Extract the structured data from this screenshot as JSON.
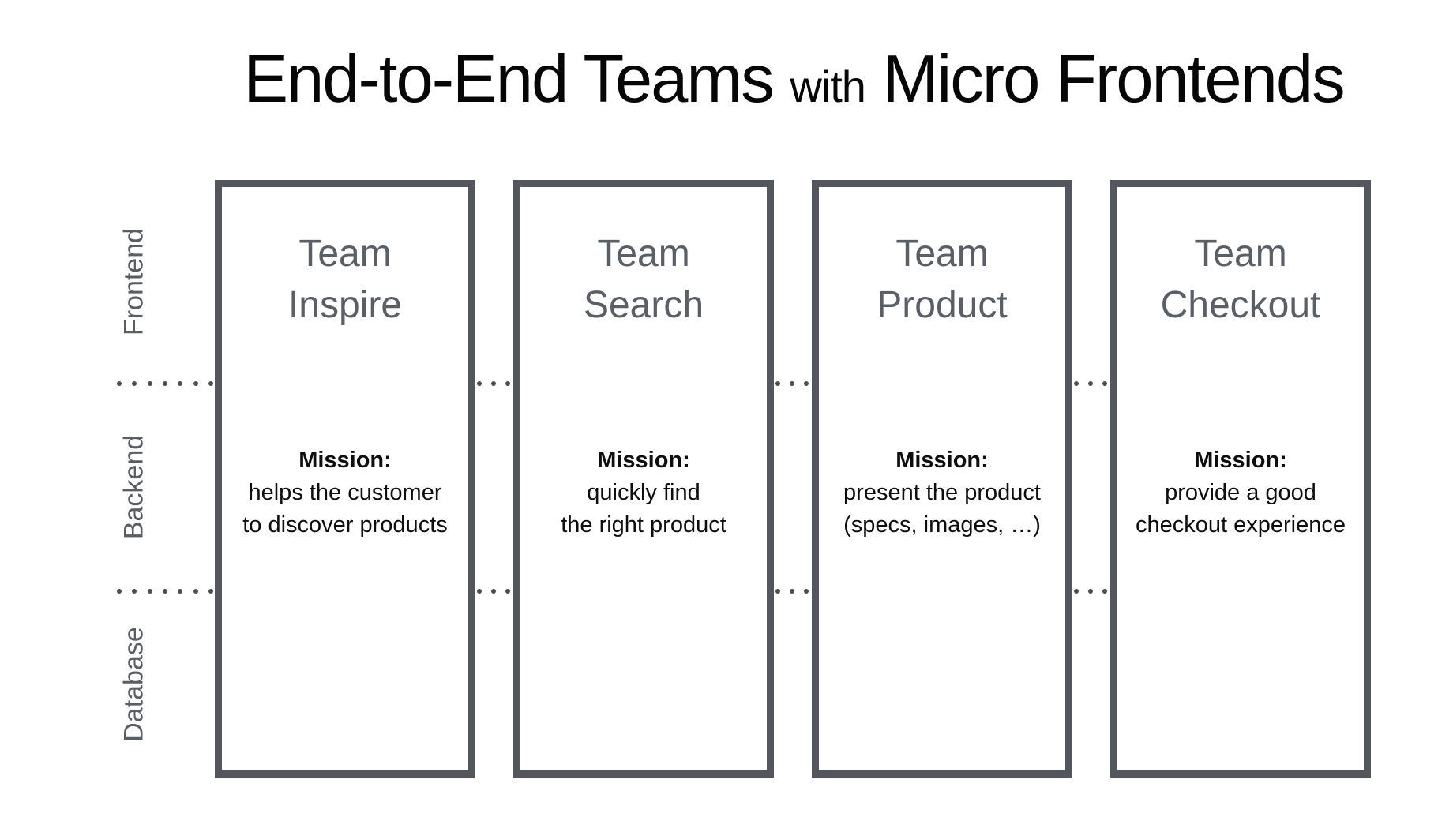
{
  "title": {
    "part1": "End-to-End Teams",
    "connector": "with",
    "part2": "Micro Frontends"
  },
  "layers": [
    {
      "label": "Frontend"
    },
    {
      "label": "Backend"
    },
    {
      "label": "Database"
    }
  ],
  "teams": [
    {
      "name_lines": [
        "Team",
        "Inspire"
      ],
      "mission_label": "Mission:",
      "mission_lines": [
        "helps the customer",
        "to discover products"
      ]
    },
    {
      "name_lines": [
        "Team",
        "Search"
      ],
      "mission_label": "Mission:",
      "mission_lines": [
        "quickly find",
        "the right product"
      ]
    },
    {
      "name_lines": [
        "Team",
        "Product"
      ],
      "mission_label": "Mission:",
      "mission_lines": [
        "present the product",
        "(specs, images, …)"
      ]
    },
    {
      "name_lines": [
        "Team",
        "Checkout"
      ],
      "mission_label": "Mission:",
      "mission_lines": [
        "provide a good",
        "checkout experience"
      ]
    }
  ],
  "colors": {
    "title_text": "#060606",
    "box_border": "#53565d",
    "team_name_text": "#5a5f66",
    "layer_label_text": "#595e65",
    "mission_text": "#0e0e0e",
    "divider_dots": "#4b4f56",
    "background": "#ffffff"
  }
}
